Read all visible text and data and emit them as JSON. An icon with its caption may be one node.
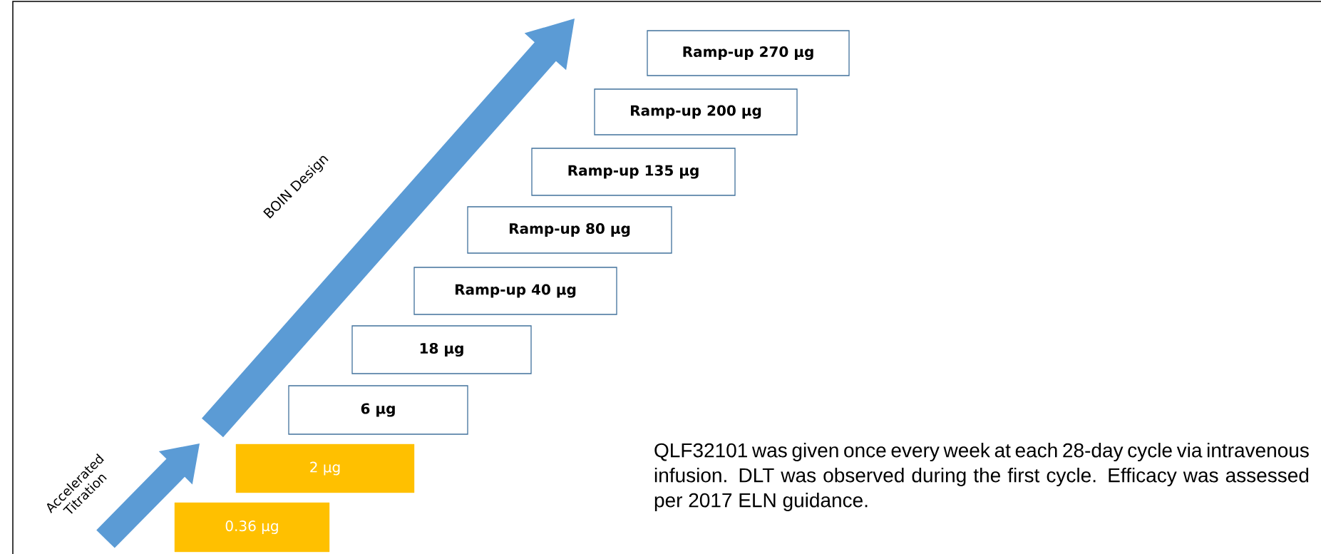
{
  "diagram": {
    "nodes": [
      {
        "text": [
          "0.36 µg"
        ]
      },
      {
        "text": [
          "2 µg"
        ]
      },
      {
        "text": [
          "6 µg"
        ]
      },
      {
        "text": [
          "18 µg"
        ]
      },
      {
        "text": [
          "Ramp-up 40 µg"
        ]
      },
      {
        "text": [
          "Ramp-up 80 µg"
        ]
      },
      {
        "text": [
          "Ramp-up 135 µg"
        ]
      },
      {
        "text": [
          "Ramp-up 200 µg"
        ]
      },
      {
        "text": [
          "Ramp-up  270 µg"
        ]
      }
    ],
    "labels": [
      "Accelerated Titration",
      "BOIN Design",
      "QLF32101 was given once every week at each 28-day cycle via intravenous infusion. DLT was observed during the first cycle. Efficacy was assessed per 2017 ELN guidance."
    ]
  }
}
